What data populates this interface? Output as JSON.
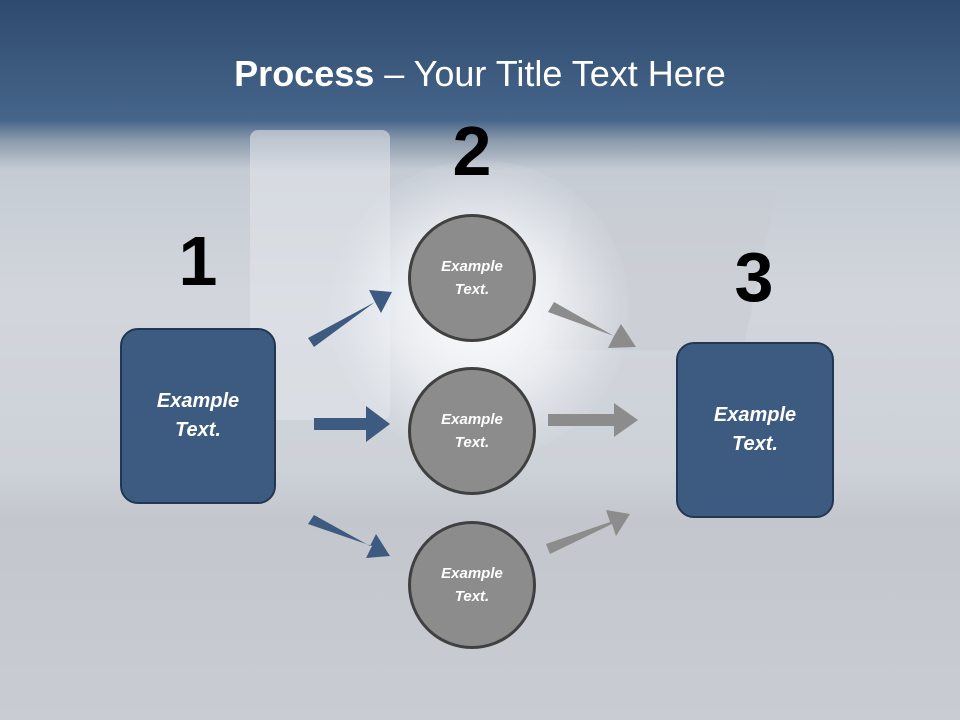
{
  "title": {
    "bold": "Process",
    "rest": " – Your Title Text Here"
  },
  "steps": [
    "1",
    "2",
    "3"
  ],
  "nodes": {
    "left_box": "Example Text.",
    "circle_top": "Example Text.",
    "circle_middle": "Example Text.",
    "circle_bottom": "Example Text.",
    "right_box": "Example Text."
  },
  "colors": {
    "box_fill": "#3d5a80",
    "circle_fill": "#8c8c8c",
    "left_arrows": "#3d5a80",
    "right_arrows": "#8c8c8c"
  }
}
